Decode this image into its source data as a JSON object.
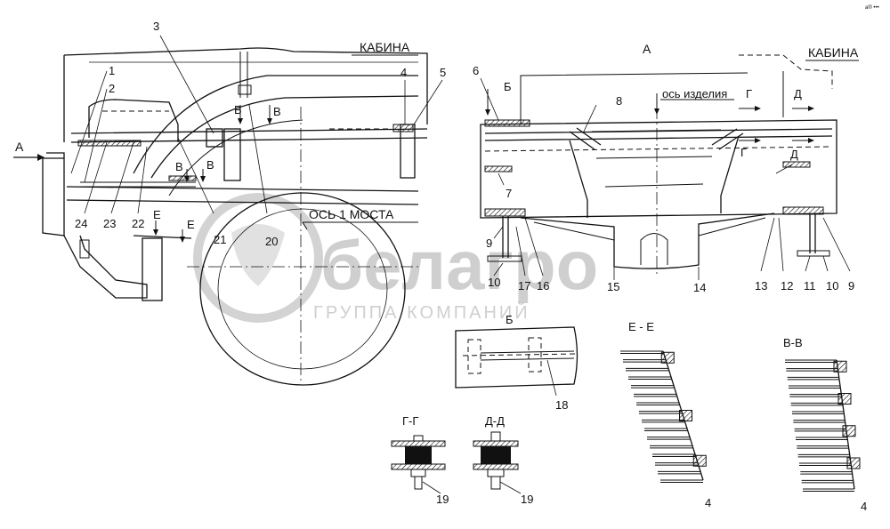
{
  "corner_mark": "a® •••",
  "watermark": {
    "brand": "белагро",
    "subtitle": "ГРУППА КОМПАНИЙ"
  },
  "side_view": {
    "view_arrow": "А",
    "cabin_label": "КАБИНА",
    "axle_label": "ОСЬ 1 МОСТА",
    "section_marks": [
      "В",
      "В",
      "В",
      "В",
      "Е",
      "Е"
    ],
    "callouts": [
      "1",
      "2",
      "3",
      "4",
      "5",
      "20",
      "21",
      "22",
      "23",
      "24"
    ]
  },
  "view_a": {
    "title": "А",
    "cabin_label": "КАБИНА",
    "axis_label": "ось изделия",
    "section_marks": [
      "Б",
      "Г",
      "Г",
      "Д",
      "Д"
    ],
    "callouts": [
      "6",
      "7",
      "8",
      "9",
      "9",
      "10",
      "10",
      "11",
      "12",
      "13",
      "14",
      "15",
      "16",
      "17"
    ]
  },
  "detail_b": {
    "title": "Б",
    "callout": "18"
  },
  "section_gg": {
    "title": "Г-Г",
    "callout": "19"
  },
  "section_dd": {
    "title": "Д-Д",
    "callout": "19"
  },
  "section_ee": {
    "title": "Е - Е",
    "callout": "4"
  },
  "section_vv": {
    "title": "В-В",
    "callout": "4"
  }
}
